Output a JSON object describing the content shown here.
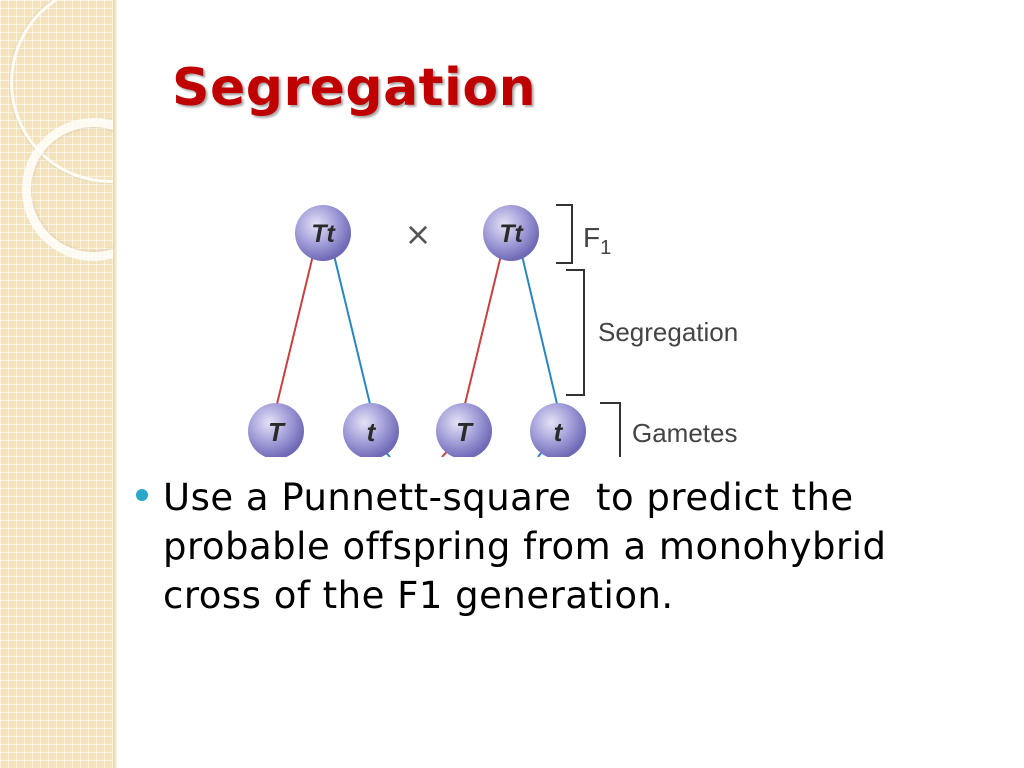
{
  "slide": {
    "title": "Segregation",
    "bullets": [
      "Use a Punnett-square  to predict the probable offspring from a monohybrid cross of the F1 generation."
    ]
  },
  "figure": {
    "parents": [
      "Tt",
      "Tt"
    ],
    "cross_symbol": "×",
    "gametes": [
      "T",
      "t",
      "T",
      "t"
    ],
    "labels": {
      "f1": "F",
      "f1_subscript": "1",
      "segregation": "Segregation",
      "gametes": "Gametes"
    }
  },
  "colors": {
    "title": "#c00000",
    "bullet": "#2aa6c6",
    "circle_fill": "#9a95d3",
    "line_red": "#c8403f",
    "line_blue": "#2a86c0",
    "sidebar": "#f3e3bd"
  }
}
